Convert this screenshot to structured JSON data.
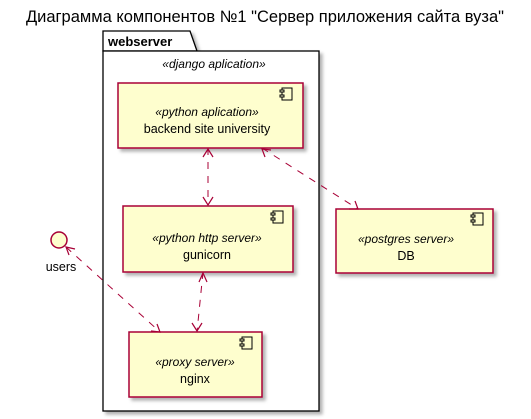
{
  "title": "Диаграмма компонентов №1 \"Сервер приложения сайта вуза\"",
  "package": {
    "name": "webserver",
    "stereotype": "«django aplication»"
  },
  "components": {
    "backend": {
      "stereotype": "«python aplication»",
      "name": "backend site university"
    },
    "gunicorn": {
      "stereotype": "«python http server»",
      "name": "gunicorn"
    },
    "nginx": {
      "stereotype": "«proxy server»",
      "name": "nginx"
    },
    "db": {
      "stereotype": "«postgres server»",
      "name": "DB"
    }
  },
  "actor": {
    "label": "users",
    "icon": "interface-circle-icon"
  },
  "colors": {
    "component_fill": "#FEFECE",
    "component_border": "#A80036",
    "arrow": "#A80036",
    "package_border": "#000000"
  }
}
